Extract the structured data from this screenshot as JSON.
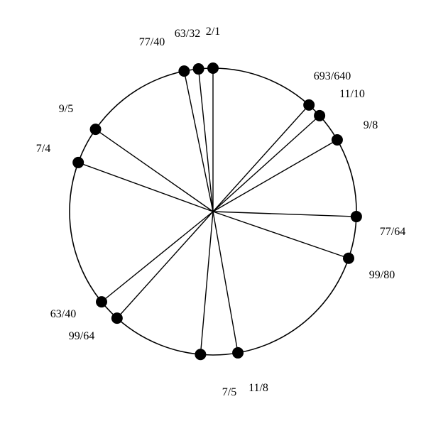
{
  "diagram": {
    "kind": "pitch-circle",
    "stroke_color": "#000000",
    "dot_color": "#000000",
    "background": "#ffffff",
    "points": [
      {
        "label": "2/1",
        "angle": 0
      },
      {
        "label": "63/32",
        "angle": -5.8
      },
      {
        "label": "77/40",
        "angle": -11.6
      },
      {
        "label": "9/5",
        "angle": -55
      },
      {
        "label": "7/4",
        "angle": -70
      },
      {
        "label": "63/40",
        "angle": -129
      },
      {
        "label": "99/64",
        "angle": -138
      },
      {
        "label": "7/5",
        "angle": -175
      },
      {
        "label": "11/8",
        "angle": 170
      },
      {
        "label": "99/80",
        "angle": 109
      },
      {
        "label": "77/64",
        "angle": 92
      },
      {
        "label": "9/8",
        "angle": 60
      },
      {
        "label": "11/10",
        "angle": 48
      },
      {
        "label": "693/640",
        "angle": 42
      }
    ]
  }
}
